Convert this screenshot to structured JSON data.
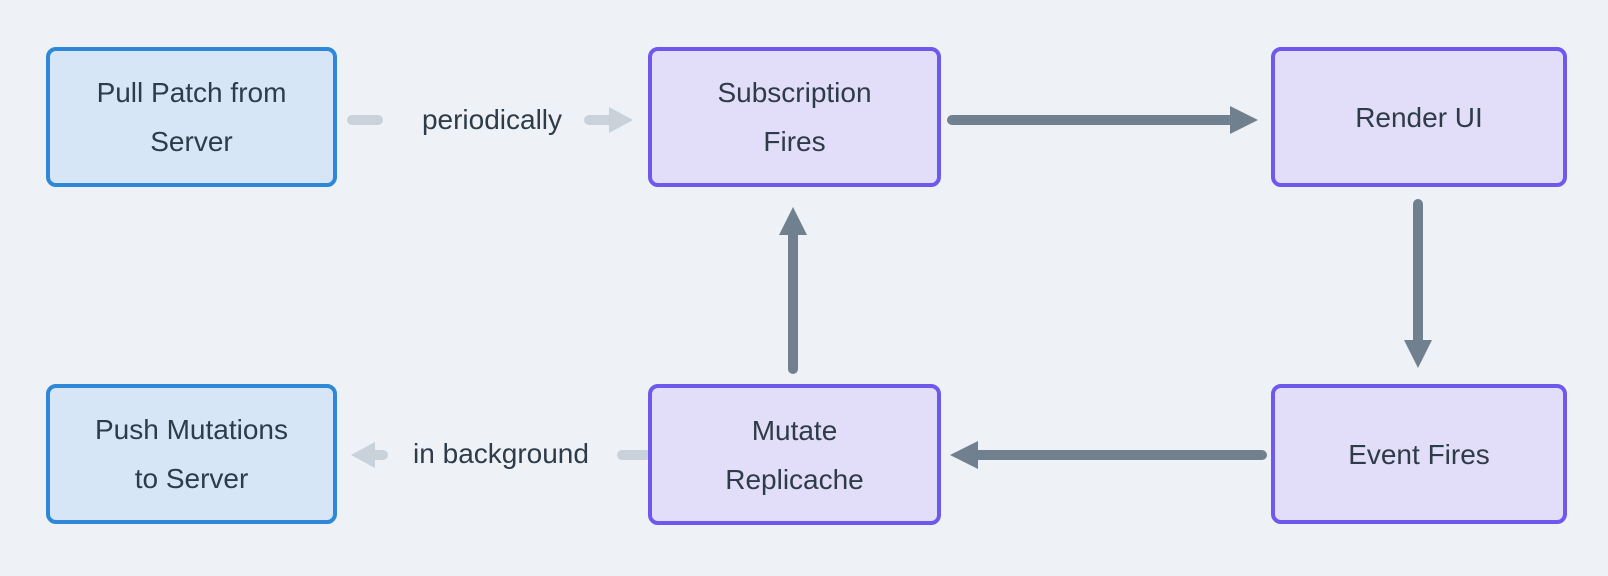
{
  "colors": {
    "canvas-bg": "#eef1f5",
    "blue-border": "#2e87d7",
    "blue-fill": "#d6e6f6",
    "purple-border": "#6f58ec",
    "purple-fill": "#e2ddf9",
    "arrow-dark": "#71808e",
    "arrow-light": "#c9d2da",
    "text": "#2e3b49"
  },
  "nodes": {
    "pull_patch": {
      "text": "Pull Patch from\nServer"
    },
    "subscription_fires": {
      "text": "Subscription\nFires"
    },
    "render_ui": {
      "text": "Render UI"
    },
    "push_mutations": {
      "text": "Push Mutations\nto Server"
    },
    "mutate_replicache": {
      "text": "Mutate\nReplicache"
    },
    "event_fires": {
      "text": "Event Fires"
    }
  },
  "edge_labels": {
    "periodically": "periodically",
    "in_background": "in background"
  }
}
